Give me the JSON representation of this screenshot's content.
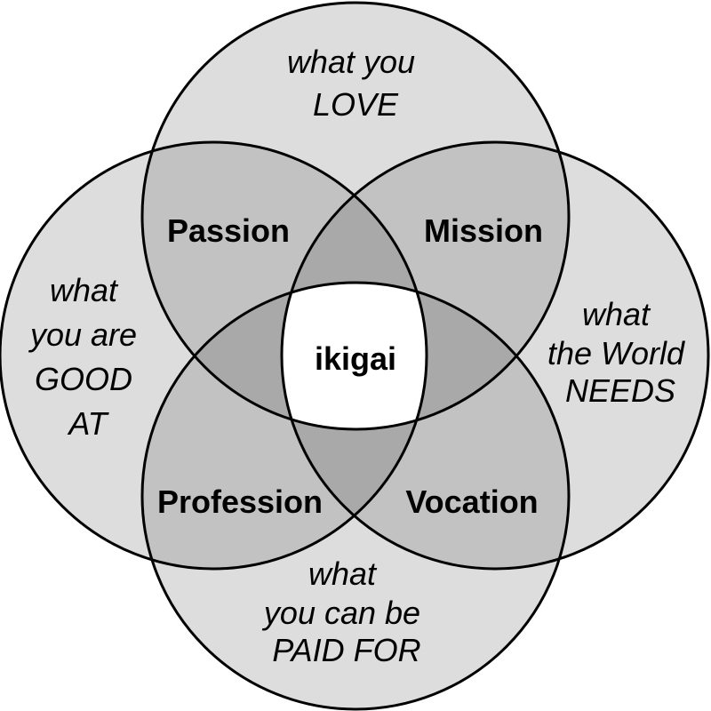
{
  "diagram": {
    "circles": {
      "love": [
        "what you",
        "LOVE"
      ],
      "good_at": [
        "what",
        "you are",
        "GOOD",
        "AT"
      ],
      "world_needs": [
        "what",
        "the World",
        "NEEDS"
      ],
      "paid_for": [
        "what",
        "you can be",
        "PAID FOR"
      ]
    },
    "intersections": {
      "passion": "Passion",
      "mission": "Mission",
      "profession": "Profession",
      "vocation": "Vocation"
    },
    "center": "ikigai",
    "colors": {
      "single": "#dddddd",
      "double": "#c2c2c2",
      "triple": "#a9a9a9",
      "center": "#ffffff",
      "stroke": "#000000"
    }
  }
}
